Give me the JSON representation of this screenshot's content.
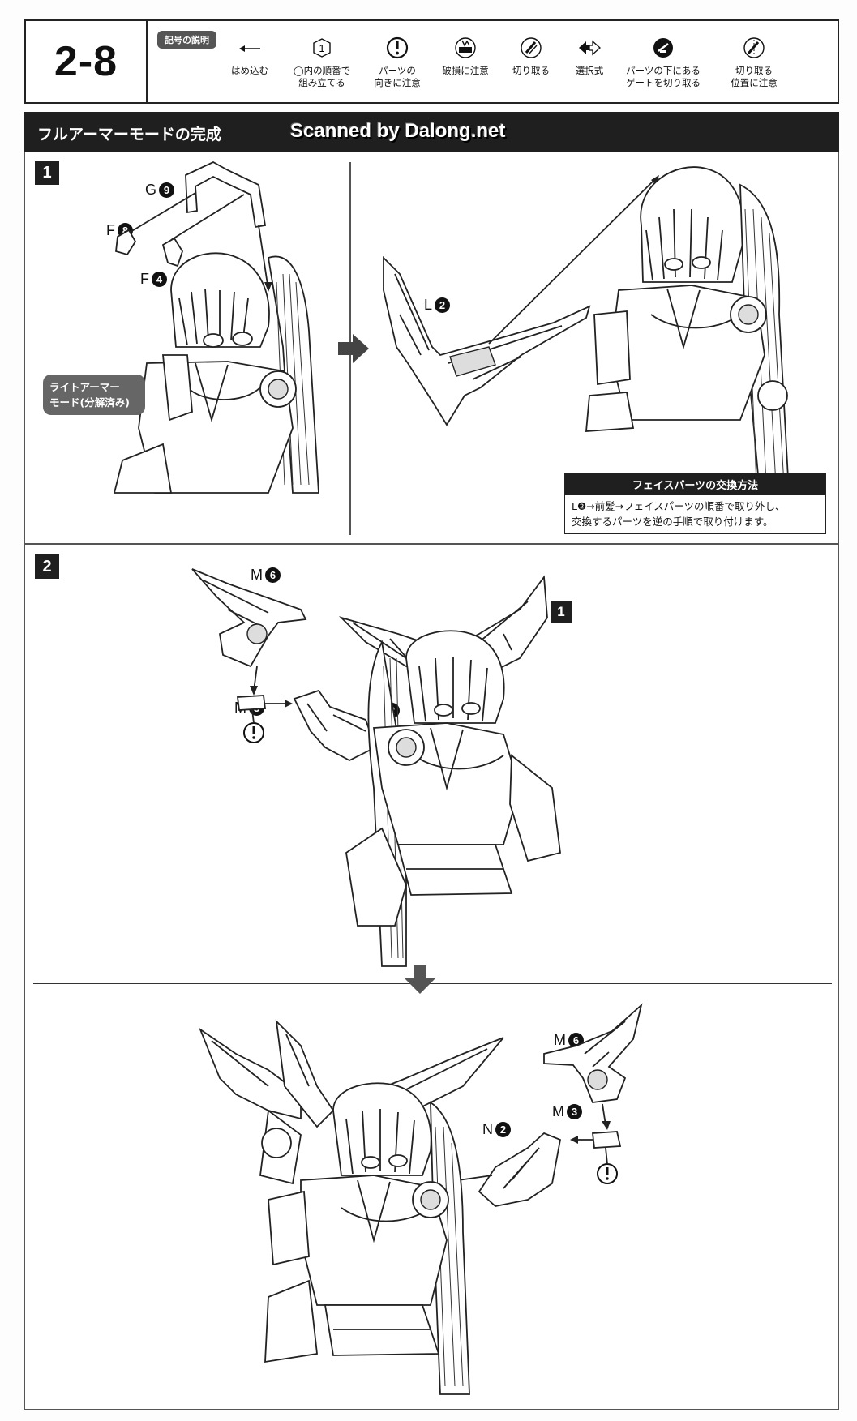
{
  "header": {
    "step_number": "2-8",
    "legend_tag": "記号の説明",
    "legend": [
      {
        "icon": "arrow-left-icon",
        "label": "はめ込む"
      },
      {
        "icon": "circled-number-icon",
        "label": "◯内の順番で\n組み立てる"
      },
      {
        "icon": "exclamation-circle-icon",
        "label": "パーツの\n向きに注意"
      },
      {
        "icon": "break-warning-icon",
        "label": "破損に注意"
      },
      {
        "icon": "cut-icon",
        "label": "切り取る"
      },
      {
        "icon": "double-arrow-icon",
        "label": "選択式"
      },
      {
        "icon": "gate-cut-icon",
        "label": "パーツの下にある\nゲートを切り取る"
      },
      {
        "icon": "cut-position-icon",
        "label": "切り取る\n位置に注意"
      }
    ]
  },
  "title_bar": {
    "title": "フルアーマーモードの完成",
    "watermark": "Scanned by Dalong.net"
  },
  "step1": {
    "badge": "1",
    "parts": [
      {
        "letter": "G",
        "num": "9"
      },
      {
        "letter": "F",
        "num": "8"
      },
      {
        "letter": "F",
        "num": "4"
      },
      {
        "letter": "L",
        "num": "2"
      }
    ],
    "light_armor_tag": "ライトアーマー\nモード(分解済み)",
    "face_box": {
      "title": "フェイスパーツの交換方法",
      "body": "L❷→前髪→フェイスパーツの順番で取り外し、\n交換するパーツを逆の手順で取り付けます。"
    }
  },
  "step2": {
    "badge": "2",
    "ref_badge": "1",
    "parts_top": [
      {
        "letter": "M",
        "num": "6"
      },
      {
        "letter": "M",
        "num": "3"
      },
      {
        "letter": "N",
        "num": "2"
      }
    ],
    "parts_bottom": [
      {
        "letter": "M",
        "num": "6"
      },
      {
        "letter": "M",
        "num": "3"
      },
      {
        "letter": "N",
        "num": "2"
      }
    ]
  }
}
